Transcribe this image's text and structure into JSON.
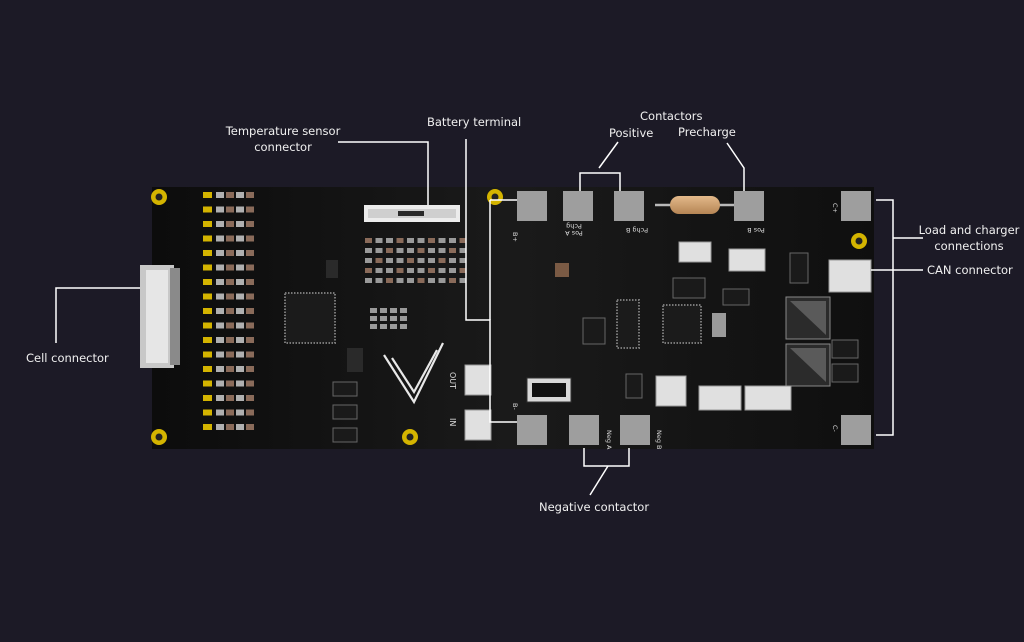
{
  "diagram": {
    "labels": {
      "temperature_sensor": "Temperature sensor\nconnector",
      "battery_terminal": "Battery terminal",
      "contactors": "Contactors",
      "positive": "Positive",
      "precharge": "Precharge",
      "load_charger": "Load and charger\nconnections",
      "can_connector": "CAN connector",
      "cell_connector": "Cell connector",
      "negative_contactor": "Negative contactor"
    },
    "silkscreen": {
      "b_plus": "B+",
      "b_minus": "B-",
      "pchg_pos_a": "Pchg\nPos A",
      "pchg_b": "Pchg B",
      "pos_b": "Pos B",
      "c_plus": "C+",
      "c_minus": "C-",
      "neg_a": "Neg A",
      "neg_b": "Neg B",
      "out": "OUT",
      "in": "IN"
    },
    "colors": {
      "background": "#1c1a26",
      "board": "#111111",
      "pad": "#9e9e9e",
      "mounting_hole": "#d4b400",
      "callout_line": "#ffffff",
      "text": "#f0f0f0"
    }
  }
}
